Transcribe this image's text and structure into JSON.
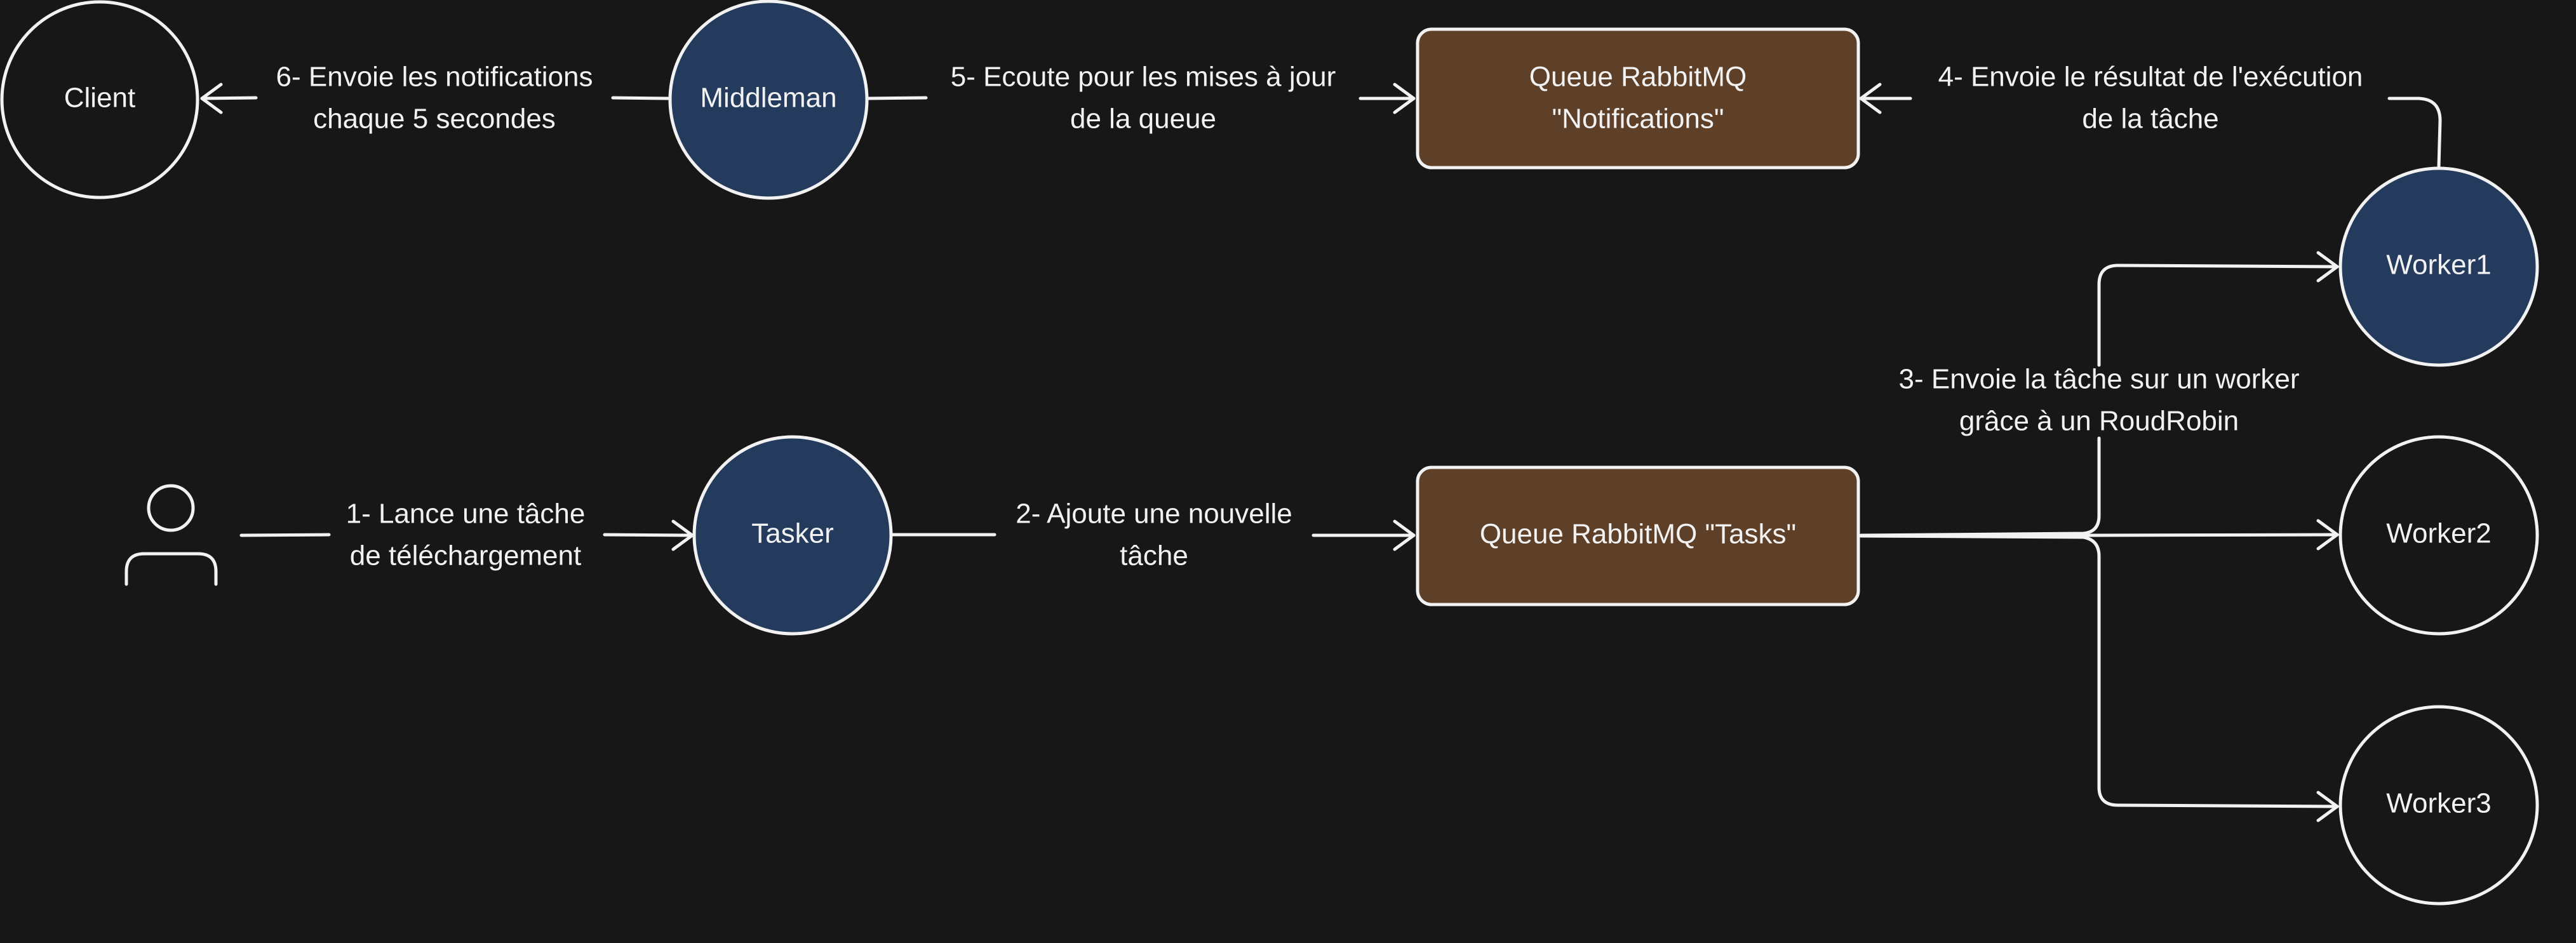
{
  "nodes": {
    "client": "Client",
    "middleman": "Middleman",
    "notifications_queue": [
      "Queue RabbitMQ",
      "\"Notifications\""
    ],
    "worker1": "Worker1",
    "tasker": "Tasker",
    "tasks_queue": "Queue RabbitMQ \"Tasks\"",
    "worker2": "Worker2",
    "worker3": "Worker3"
  },
  "edges": {
    "step1": [
      "1- Lance une tâche",
      "de téléchargement"
    ],
    "step2": [
      "2- Ajoute une nouvelle",
      "tâche"
    ],
    "step3": [
      "3- Envoie la tâche sur un worker",
      "grâce à un RoudRobin"
    ],
    "step4": [
      "4- Envoie le résultat de l'exécution",
      "de la tâche"
    ],
    "step5": [
      "5- Ecoute pour les mises à jour",
      "de la queue"
    ],
    "step6": [
      "6- Envoie les notifications",
      "chaque 5 secondes"
    ]
  },
  "icons": {
    "user": "user-icon"
  },
  "colors": {
    "background": "#171717",
    "stroke": "#f2f2f2",
    "blue_node": "#243b5e",
    "brown_node": "#5e3f28"
  }
}
